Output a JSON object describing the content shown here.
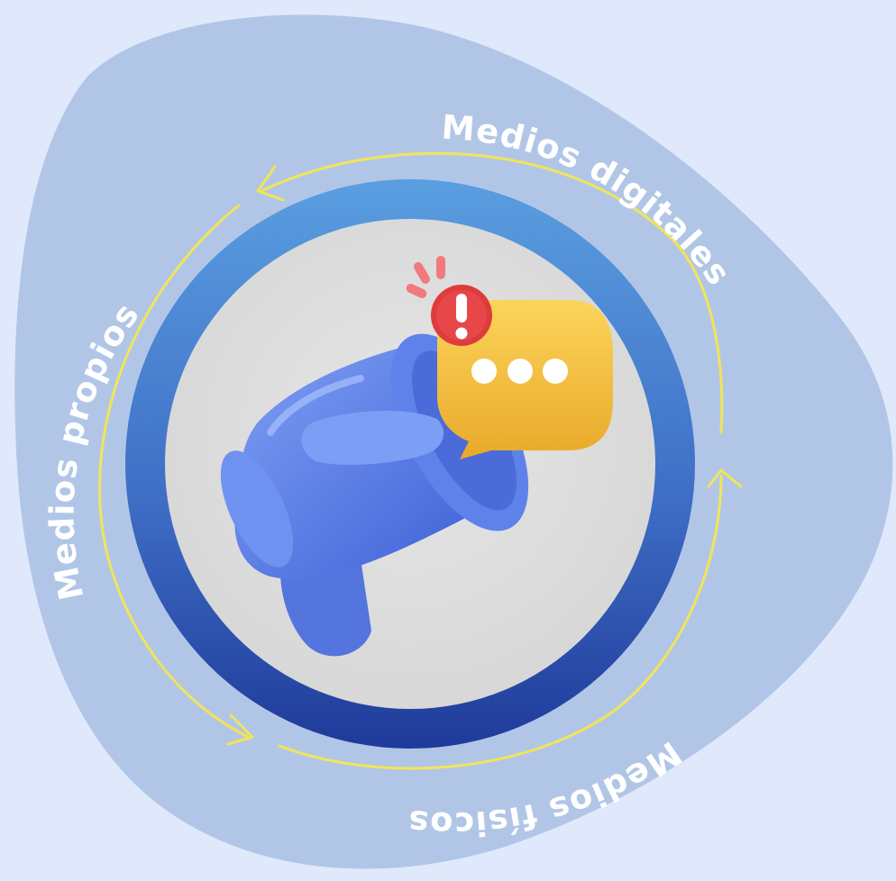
{
  "labels": {
    "top_right": "Medios digitales",
    "left": "Medios propios",
    "bottom": "Medios físicos"
  },
  "icons": {
    "center": "megaphone-icon",
    "alert": "exclamation-icon",
    "bubble": "chat-bubble-icon"
  },
  "colors": {
    "page_background": "#dfe9fb",
    "blob": "#b1c6e7",
    "ring_top": "#5a9ee0",
    "ring_bottom": "#1f3a9a",
    "inner_disc": "#dedede",
    "arrow": "#f2e45a",
    "megaphone": "#5c7fe6",
    "alert_badge": "#dd3b3d",
    "bubble": "#f2c13a"
  }
}
